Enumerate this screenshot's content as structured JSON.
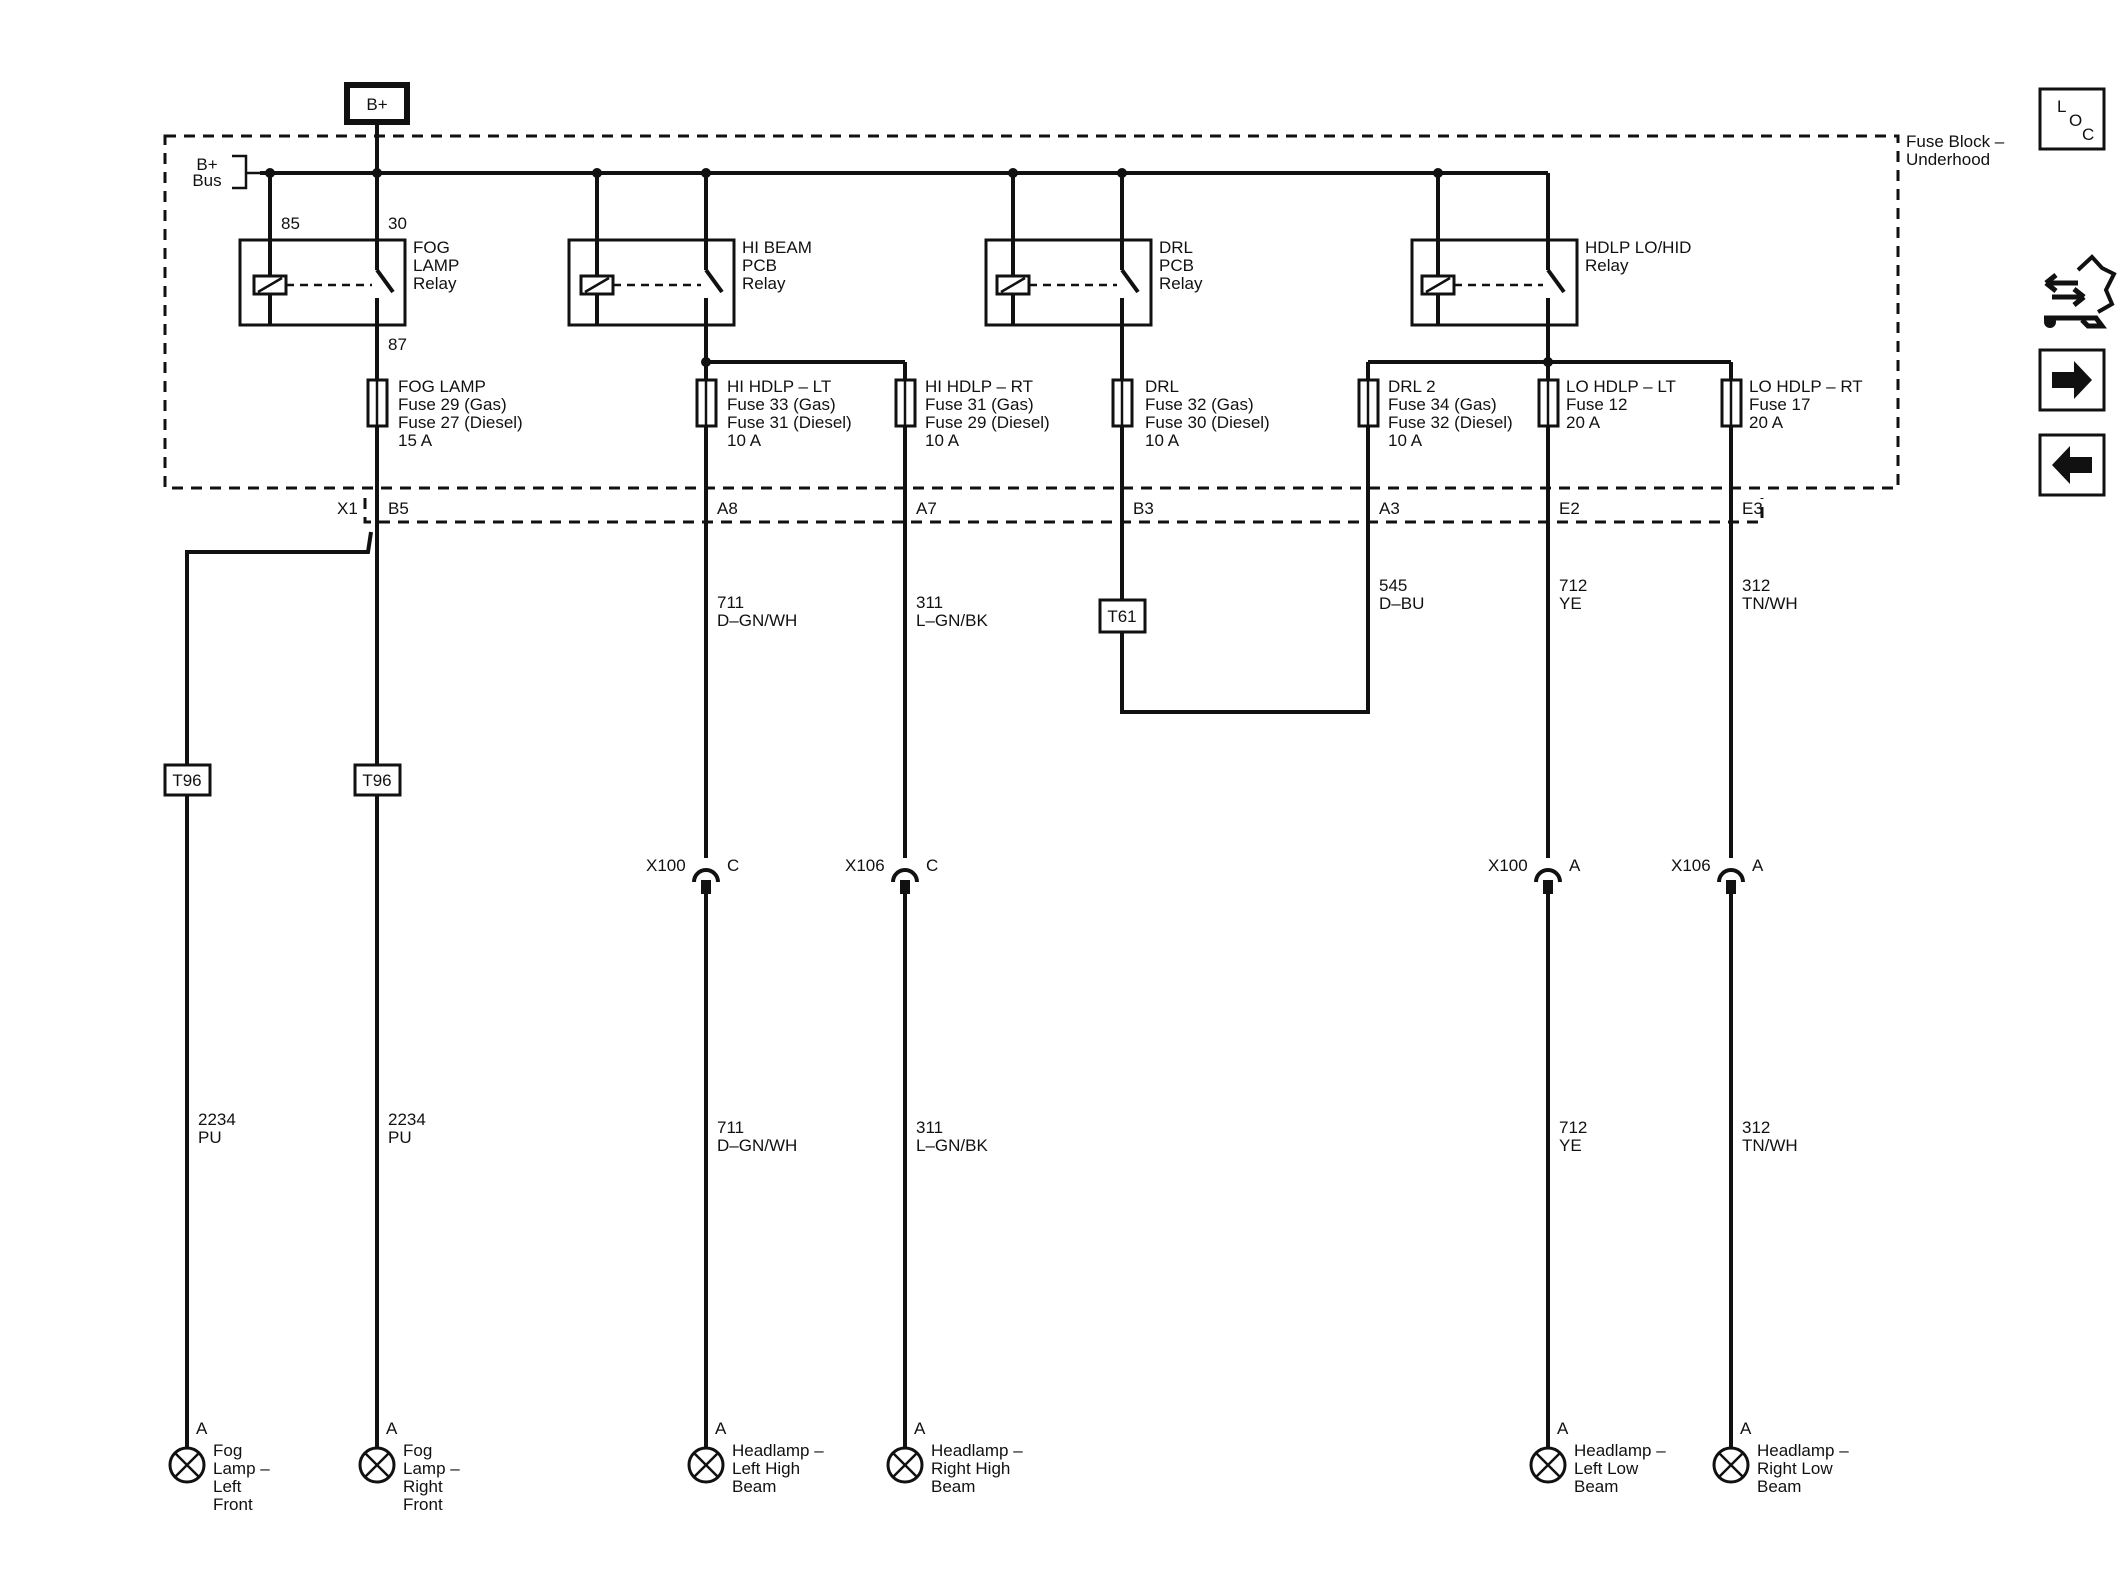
{
  "power": {
    "label": "B+"
  },
  "fuse_block": {
    "label_line1": "Fuse Block –",
    "label_line2": "Underhood"
  },
  "bus": {
    "label_line1": "B+",
    "label_line2": "Bus"
  },
  "relays": [
    {
      "lines": [
        "FOG",
        "LAMP",
        "Relay"
      ]
    },
    {
      "lines": [
        "HI BEAM",
        "PCB",
        "Relay"
      ]
    },
    {
      "lines": [
        "DRL",
        "PCB",
        "Relay"
      ]
    },
    {
      "lines": [
        "HDLP LO/HID",
        "Relay"
      ]
    }
  ],
  "pins": {
    "p85": "85",
    "p30": "30",
    "p87": "87"
  },
  "fuses": [
    {
      "lines": [
        "FOG LAMP",
        "Fuse 29 (Gas)",
        "Fuse 27 (Diesel)",
        "15 A"
      ]
    },
    {
      "lines": [
        "HI HDLP – LT",
        "Fuse 33 (Gas)",
        "Fuse 31 (Diesel)",
        "10 A"
      ]
    },
    {
      "lines": [
        "HI HDLP – RT",
        "Fuse 31 (Gas)",
        "Fuse 29 (Diesel)",
        "10 A"
      ]
    },
    {
      "lines": [
        "DRL",
        "Fuse 32 (Gas)",
        "Fuse 30 (Diesel)",
        "10 A"
      ]
    },
    {
      "lines": [
        "DRL 2",
        "Fuse 34 (Gas)",
        "Fuse 32 (Diesel)",
        "10 A"
      ]
    },
    {
      "lines": [
        "LO HDLP – LT",
        "Fuse 12",
        "20 A"
      ]
    },
    {
      "lines": [
        "LO HDLP – RT",
        "Fuse 17",
        "20 A"
      ]
    }
  ],
  "connector_x1": {
    "name": "X1",
    "pins": [
      "B5",
      "A8",
      "A7",
      "B3",
      "A3",
      "E2",
      "E3"
    ]
  },
  "splices": {
    "t96_left": "T96",
    "t96_right": "T96",
    "t61": "T61"
  },
  "wires": {
    "w2234a": [
      "2234",
      "PU"
    ],
    "w2234b": [
      "2234",
      "PU"
    ],
    "w711a": [
      "711",
      "D–GN/WH"
    ],
    "w711b": [
      "711",
      "D–GN/WH"
    ],
    "w311a": [
      "311",
      "L–GN/BK"
    ],
    "w311b": [
      "311",
      "L–GN/BK"
    ],
    "w545": [
      "545",
      "D–BU"
    ],
    "w712a": [
      "712",
      "YE"
    ],
    "w712b": [
      "712",
      "YE"
    ],
    "w312a": [
      "312",
      "TN/WH"
    ],
    "w312b": [
      "312",
      "TN/WH"
    ]
  },
  "inline_connectors": [
    {
      "name": "X100",
      "pin": "C"
    },
    {
      "name": "X106",
      "pin": "C"
    },
    {
      "name": "X100",
      "pin": "A"
    },
    {
      "name": "X106",
      "pin": "A"
    }
  ],
  "lamps": [
    {
      "pin": "A",
      "lines": [
        "Fog",
        "Lamp –",
        "Left",
        "Front"
      ]
    },
    {
      "pin": "A",
      "lines": [
        "Fog",
        "Lamp –",
        "Right",
        "Front"
      ]
    },
    {
      "pin": "A",
      "lines": [
        "Headlamp –",
        "Left High",
        "Beam"
      ]
    },
    {
      "pin": "A",
      "lines": [
        "Headlamp –",
        "Right High",
        "Beam"
      ]
    },
    {
      "pin": "A",
      "lines": [
        "Headlamp –",
        "Left Low",
        "Beam"
      ]
    },
    {
      "pin": "A",
      "lines": [
        "Headlamp –",
        "Right Low",
        "Beam"
      ]
    }
  ],
  "side_nav": {
    "loc_letters": [
      "L",
      "O",
      "C"
    ],
    "icons": [
      "connector-end-view-icon",
      "next-arrow-icon",
      "previous-arrow-icon"
    ]
  }
}
